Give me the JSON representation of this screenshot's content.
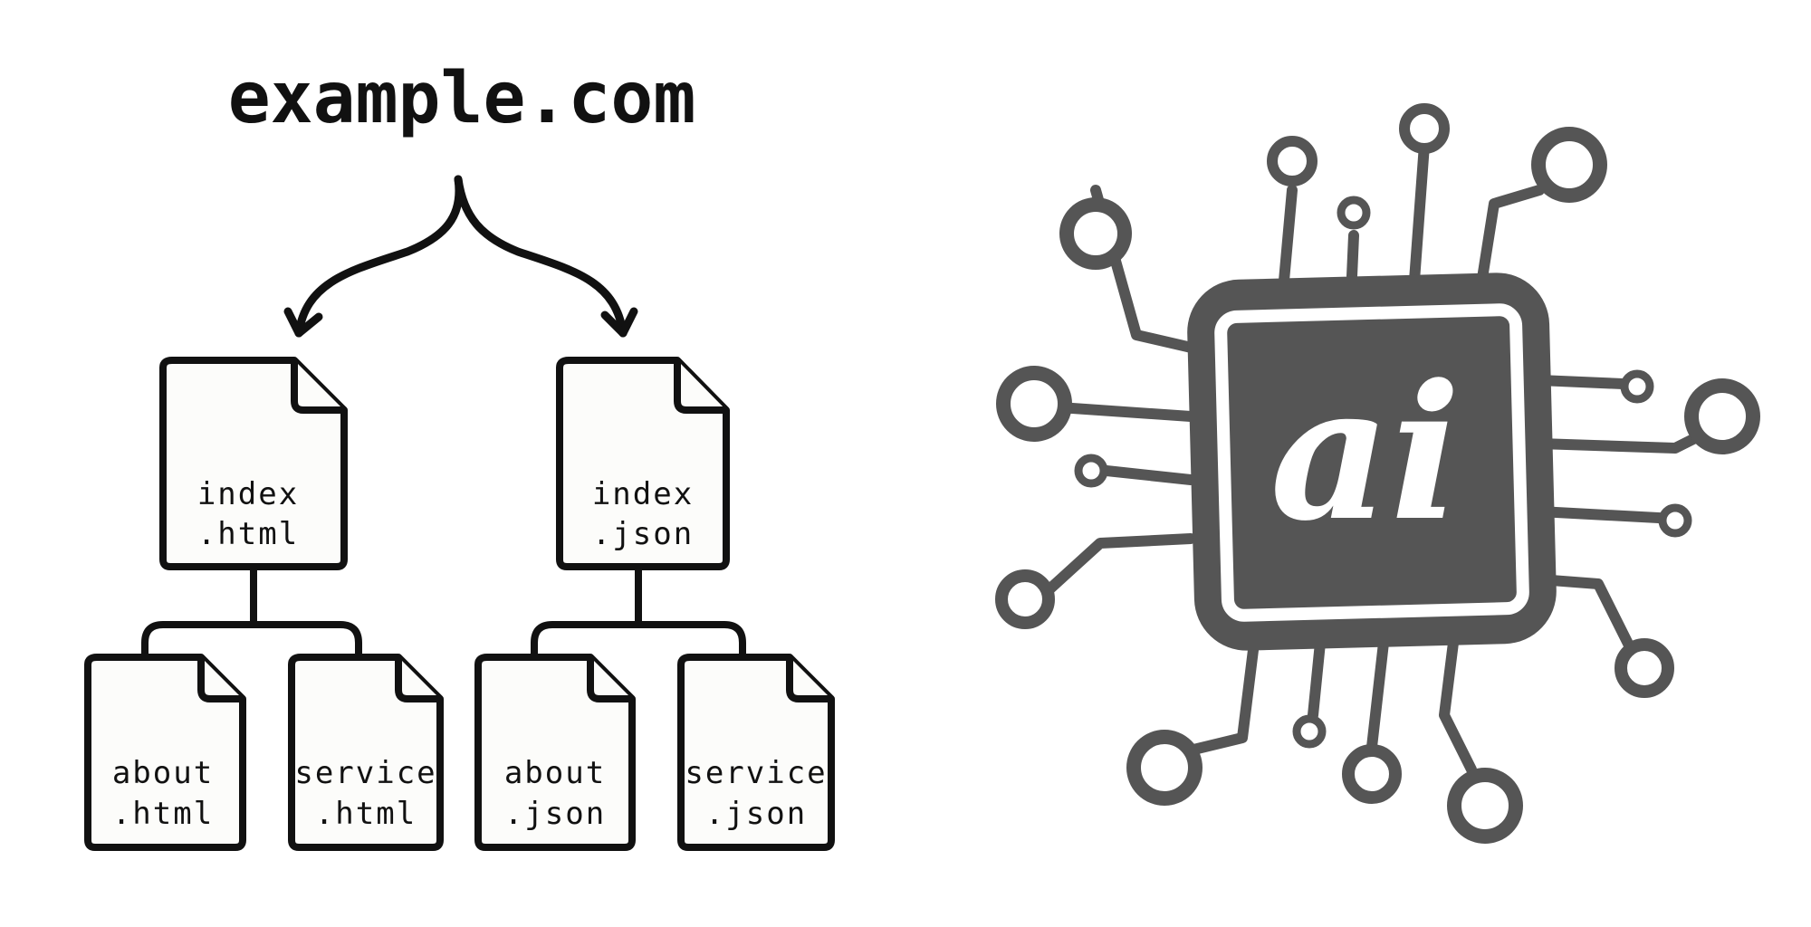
{
  "site": {
    "title": "example.com"
  },
  "html_branch": {
    "root": {
      "line1": "index",
      "line2": ".html"
    },
    "children": [
      {
        "line1": "about",
        "line2": ".html"
      },
      {
        "line1": "service",
        "line2": ".html"
      }
    ]
  },
  "json_branch": {
    "root": {
      "line1": "index",
      "line2": ".json"
    },
    "children": [
      {
        "line1": "about",
        "line2": ".json"
      },
      {
        "line1": "service",
        "line2": ".json"
      }
    ]
  },
  "ai_logo": {
    "label": "ai",
    "color": "#555555"
  }
}
